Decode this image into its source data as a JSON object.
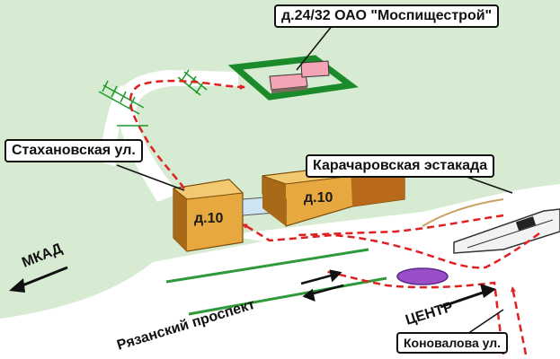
{
  "labels": {
    "target_building": "д.24/32 ОАО \"Моспищестрой\"",
    "stakhanovskaya": "Стахановская ул.",
    "karacharovskaya": "Карачаровская эстакада",
    "building_front": "д.10",
    "building_back": "д.10",
    "ryazansky": "Рязанский проспект",
    "mkad": "МКАД",
    "center": "ЦЕНТР",
    "konovalova": "Коновалова ул."
  },
  "icons": {
    "route": "dashed-red-arrow-route",
    "direction_left": "arrow-left-icon",
    "direction_right": "arrow-right-icon",
    "two_way": "two-way-arrows-icon",
    "rail_crossing": "railway-crossing-icon"
  },
  "colors": {
    "map_background": "#d6ebd2",
    "road": "#ffffff",
    "route": "#e02020",
    "building_face": "#e8a840",
    "building_side": "#a86a18",
    "target_outline": "#1a8a2a",
    "target_roof": "#f4a4b4",
    "road_stripe": "#2e9a3a",
    "pond": "#9a4ec8",
    "callout_border": "#111111"
  }
}
